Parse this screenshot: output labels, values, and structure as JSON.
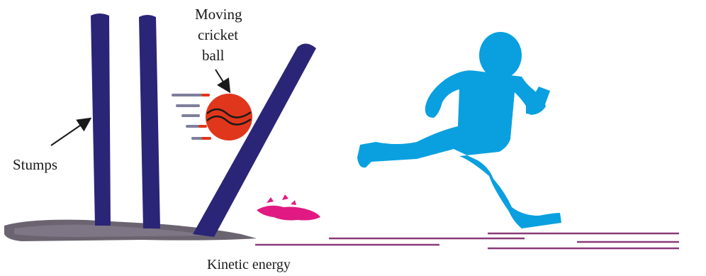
{
  "labels": {
    "ball_line1": "Moving",
    "ball_line2": "cricket",
    "ball_line3": "ball",
    "stumps": "Stumps",
    "caption": "Kinetic energy"
  },
  "colors": {
    "stump": "#2b2577",
    "ball": "#e0361c",
    "runner": "#0aa0e0",
    "ground": "#6b6470",
    "track": "#8b3a78",
    "bail": "#e01a82",
    "arrow": "#1a1a1a"
  }
}
